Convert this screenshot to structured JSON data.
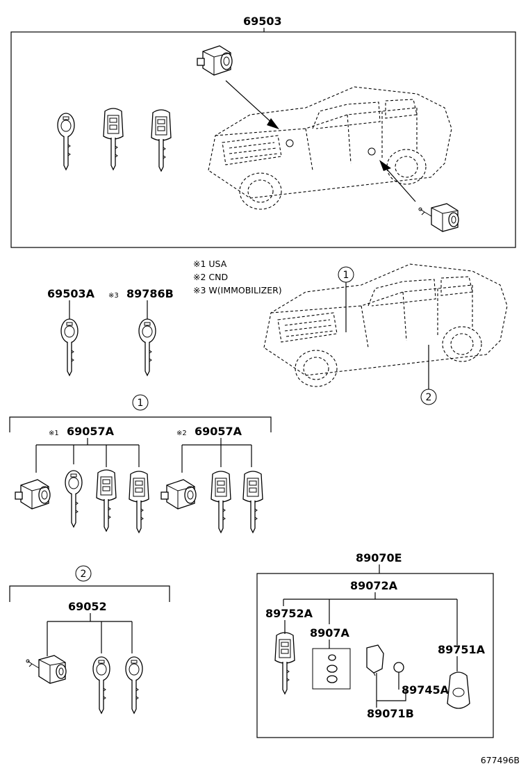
{
  "callouts": {
    "c69503": "69503",
    "c69503A": "69503A",
    "c89786B": "89786B",
    "c69057A_1": "69057A",
    "c69057A_2": "69057A",
    "c69052": "69052",
    "c89070E": "89070E",
    "c89072A": "89072A",
    "c89752A": "89752A",
    "c8907A": "8907A",
    "c89751A": "89751A",
    "c89745A": "89745A",
    "c89071B": "89071B"
  },
  "notes": {
    "n1": "※1 USA",
    "n2": "※2 CND",
    "n3": "※3 W(IMMOBILIZER)",
    "mark3": "※3",
    "mark1": "※1",
    "mark2": "※2"
  },
  "location_markers": {
    "m1": "1",
    "m2": "2"
  },
  "group_headers": {
    "g1": "1",
    "g2": "2"
  },
  "diagram_id": "677496B"
}
